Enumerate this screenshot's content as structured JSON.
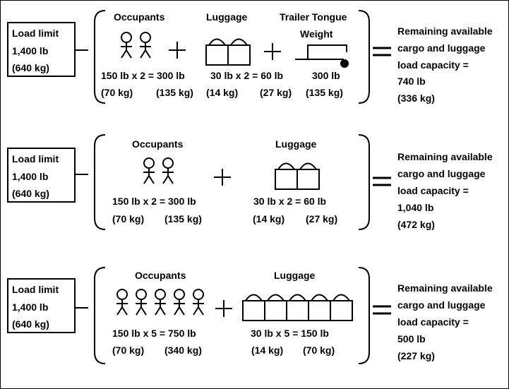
{
  "scenarios": [
    {
      "load_limit": {
        "label": "Load limit",
        "lb": "1,400 lb",
        "kg": "(640 kg)"
      },
      "occupants": {
        "title": "Occupants",
        "count": 2,
        "formula": "150 lb x 2 = 300 lb",
        "unit_kg": "(70 kg)",
        "total_kg": "(135 kg)"
      },
      "luggage": {
        "title": "Luggage",
        "count": 2,
        "formula": "30 lb x 2 = 60 lb",
        "unit_kg": "(14 kg)",
        "total_kg": "(27 kg)"
      },
      "trailer": {
        "title_line1": "Trailer Tongue",
        "title_line2": "Weight",
        "value": "300 lb",
        "kg": "(135 kg)"
      },
      "result": {
        "line1": "Remaining available",
        "line2": "cargo and luggage",
        "line3": "load capacity =",
        "lb": "740 lb",
        "kg": "(336 kg)"
      }
    },
    {
      "load_limit": {
        "label": "Load limit",
        "lb": "1,400 lb",
        "kg": "(640 kg)"
      },
      "occupants": {
        "title": "Occupants",
        "count": 2,
        "formula": "150 lb x 2 = 300 lb",
        "unit_kg": "(70 kg)",
        "total_kg": "(135 kg)"
      },
      "luggage": {
        "title": "Luggage",
        "count": 2,
        "formula": "30 lb x 2 = 60 lb",
        "unit_kg": "(14 kg)",
        "total_kg": "(27 kg)"
      },
      "result": {
        "line1": "Remaining available",
        "line2": "cargo and luggage",
        "line3": "load capacity =",
        "lb": "1,040 lb",
        "kg": "(472 kg)"
      }
    },
    {
      "load_limit": {
        "label": "Load limit",
        "lb": "1,400 lb",
        "kg": "(640 kg)"
      },
      "occupants": {
        "title": "Occupants",
        "count": 5,
        "formula": "150 lb x 5 = 750 lb",
        "unit_kg": "(70 kg)",
        "total_kg": "(340 kg)"
      },
      "luggage": {
        "title": "Luggage",
        "count": 5,
        "formula": "30 lb x 5 = 150 lb",
        "unit_kg": "(14 kg)",
        "total_kg": "(70 kg)"
      },
      "result": {
        "line1": "Remaining available",
        "line2": "cargo and luggage",
        "line3": "load capacity =",
        "lb": "500 lb",
        "kg": "(227 kg)"
      }
    }
  ]
}
